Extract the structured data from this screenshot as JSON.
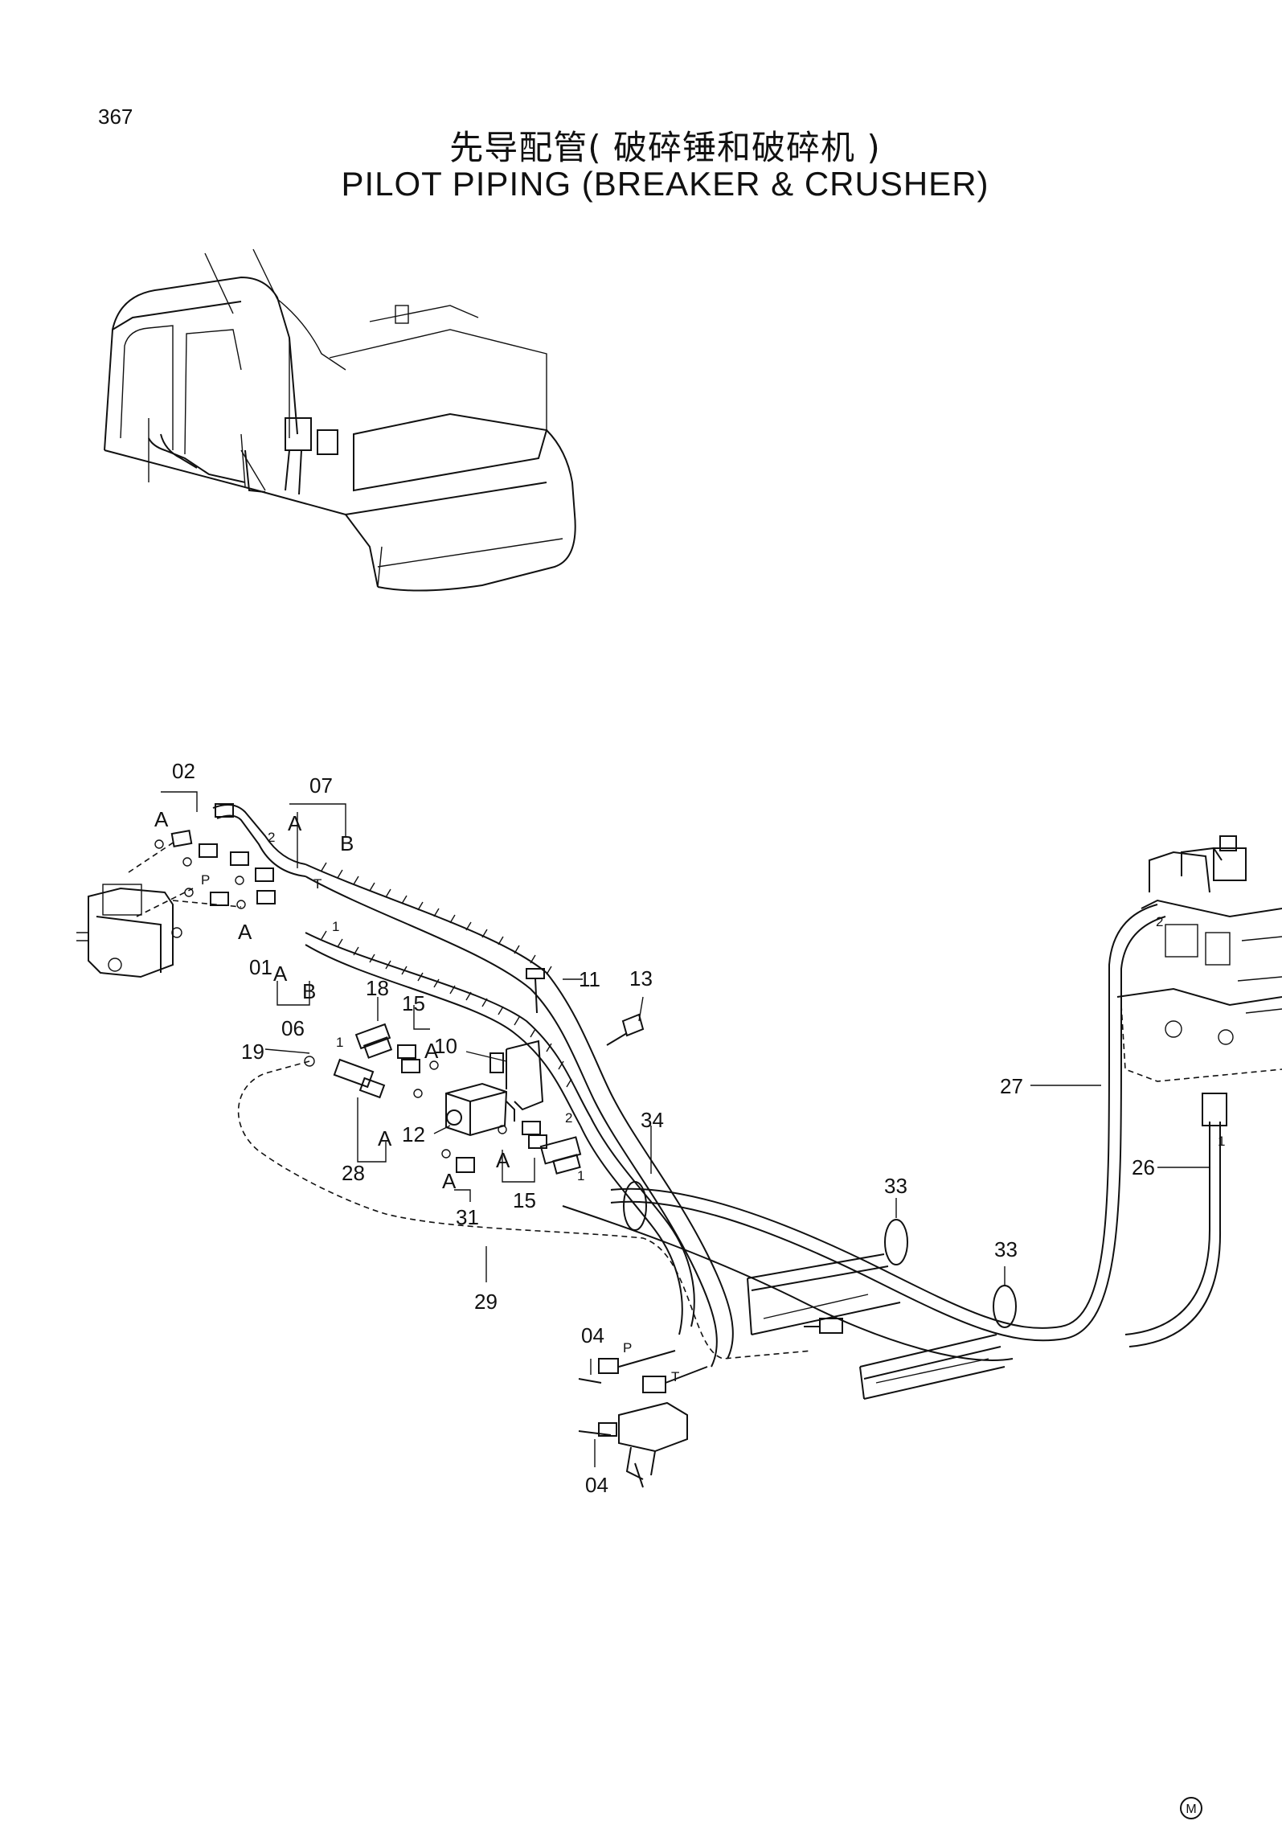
{
  "page_number": "367",
  "title_cn": "先导配管( 破碎锤和破碎机 )",
  "title_en": "PILOT  PIPING  (BREAKER & CRUSHER)",
  "mark": "M",
  "callouts": {
    "c02": "02",
    "c07": "07",
    "c01": "01",
    "c06": "06",
    "c11": "11",
    "c13": "13",
    "c18": "18",
    "c15a": "15",
    "c10": "10",
    "c19": "19",
    "c12": "12",
    "c28": "28",
    "c15b": "15",
    "c31": "31",
    "c29": "29",
    "c34": "34",
    "c33a": "33",
    "c33b": "33",
    "c27": "27",
    "c26": "26",
    "c04a": "04",
    "c04b": "04"
  },
  "port_labels": {
    "A1": "A",
    "A2": "A",
    "A3": "A",
    "A4": "A",
    "A5": "A",
    "A6": "A",
    "A7": "A",
    "A8": "A",
    "B1": "B",
    "B2": "B",
    "P1": "P",
    "P2": "P",
    "T1": "T",
    "T2": "T",
    "n2a": "2",
    "n1a": "1",
    "n1b": "1",
    "n2b": "2",
    "n1c": "1",
    "n2c": "2",
    "n1d": "1"
  }
}
